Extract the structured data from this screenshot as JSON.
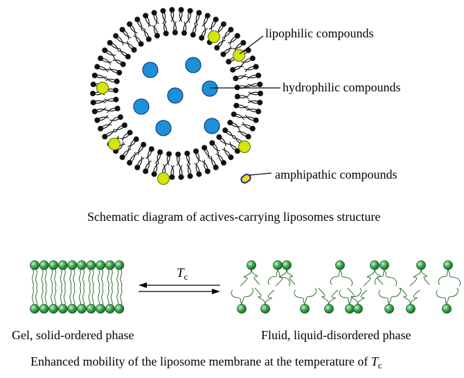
{
  "liposome": {
    "labels": {
      "lipophilic": "lipophilic compounds",
      "hydrophilic": "hydrophilic compounds",
      "amphipathic": "amphipathic compounds"
    },
    "caption": "Schematic diagram of actives-carrying liposomes structure"
  },
  "membrane": {
    "left_label": "Gel, solid-ordered phase",
    "right_label": "Fluid, liquid-disordered phase",
    "arrow_symbol": "T",
    "arrow_subscript": "c",
    "caption_text": "Enhanced mobility of the liposome membrane at the temperature of ",
    "caption_symbol": "T",
    "caption_subscript": "c"
  },
  "colors": {
    "hydrophilic": "#1e90d8",
    "lipophilic": "#d4e60a",
    "amphipathic_fill": "#f2d81c",
    "amphipathic_stroke": "#1a2a9a",
    "lipid_head": "#111111",
    "phase_head": "#2f9a42",
    "phase_tail": "#3a7a3a"
  },
  "icons": [
    "liposome-diagram",
    "phospholipid-bilayer-icon",
    "equilibrium-arrow-icon"
  ]
}
